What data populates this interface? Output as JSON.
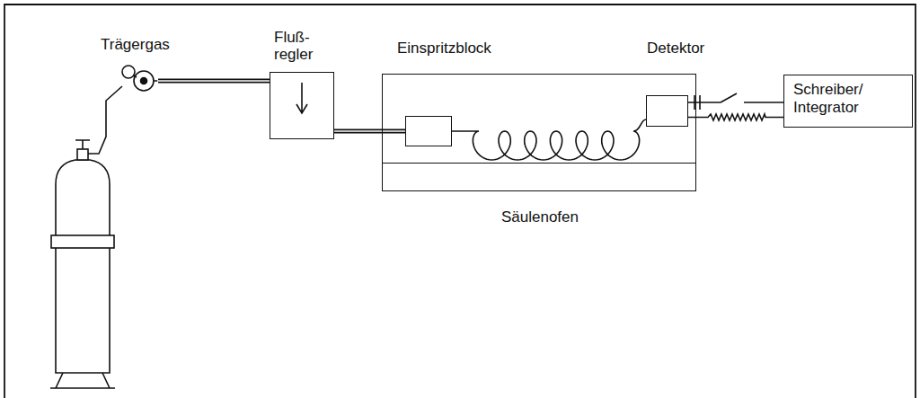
{
  "diagram": {
    "nodes": [
      {
        "text": [
          "Fluß- regler"
        ]
      },
      {
        "text": [
          "Säulenofen"
        ]
      },
      {
        "text": [
          "Einspritzblock"
        ],
        "in": 1
      },
      {
        "text": [
          "Detektor"
        ],
        "in": 1
      },
      {
        "text": [
          "Schreiber/ Integrator"
        ]
      }
    ],
    "edges": [
      {
        "from": 0,
        "to": 2,
        "arrow": "none"
      },
      {
        "from": 2,
        "to": 3,
        "arrow": "none"
      },
      {
        "from": 3,
        "to": 4,
        "arrow": "none"
      }
    ],
    "labels": [
      "Trägergas"
    ]
  }
}
